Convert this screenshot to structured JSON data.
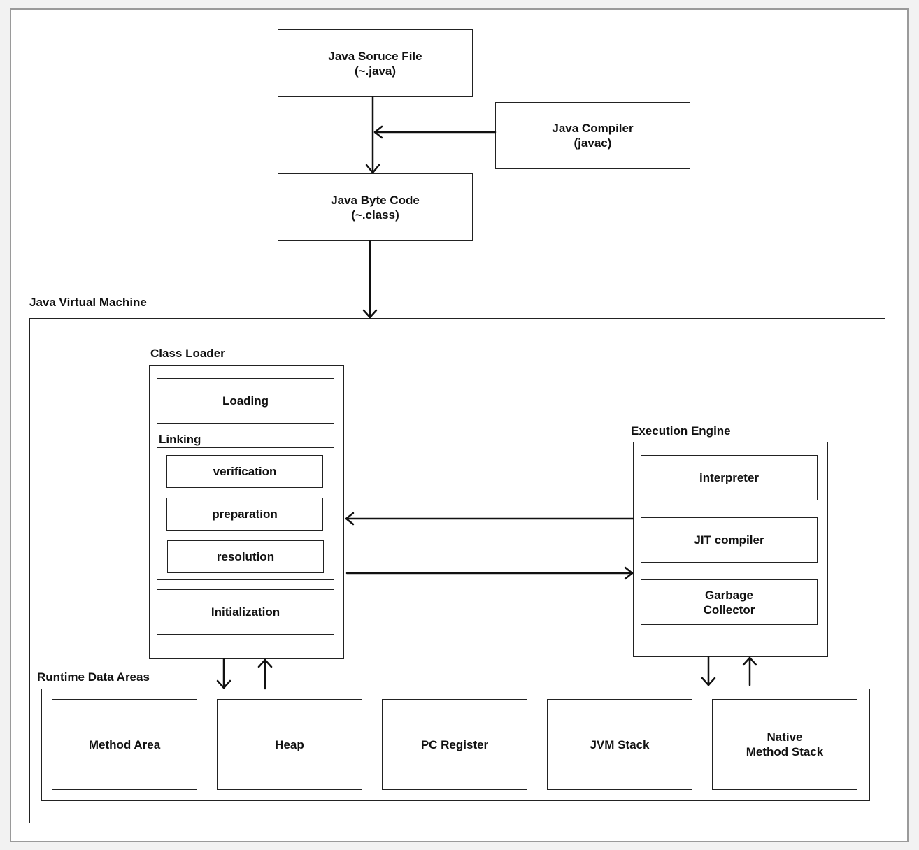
{
  "top": {
    "source_file": "Java Soruce File\n(~.java)",
    "compiler": "Java Compiler\n(javac)",
    "byte_code": "Java Byte Code\n(~.class)"
  },
  "jvm": {
    "title": "Java Virtual Machine",
    "class_loader": {
      "title": "Class Loader",
      "loading": "Loading",
      "linking": {
        "title": "Linking",
        "steps": [
          "verification",
          "preparation",
          "resolution"
        ]
      },
      "initialization": "Initialization"
    },
    "execution_engine": {
      "title": "Execution Engine",
      "components": [
        "interpreter",
        "JIT compiler",
        "Garbage\nCollector"
      ]
    },
    "runtime_data_areas": {
      "title": "Runtime Data Areas",
      "areas": [
        "Method Area",
        "Heap",
        "PC Register",
        "JVM Stack",
        "Native\nMethod Stack"
      ]
    }
  }
}
